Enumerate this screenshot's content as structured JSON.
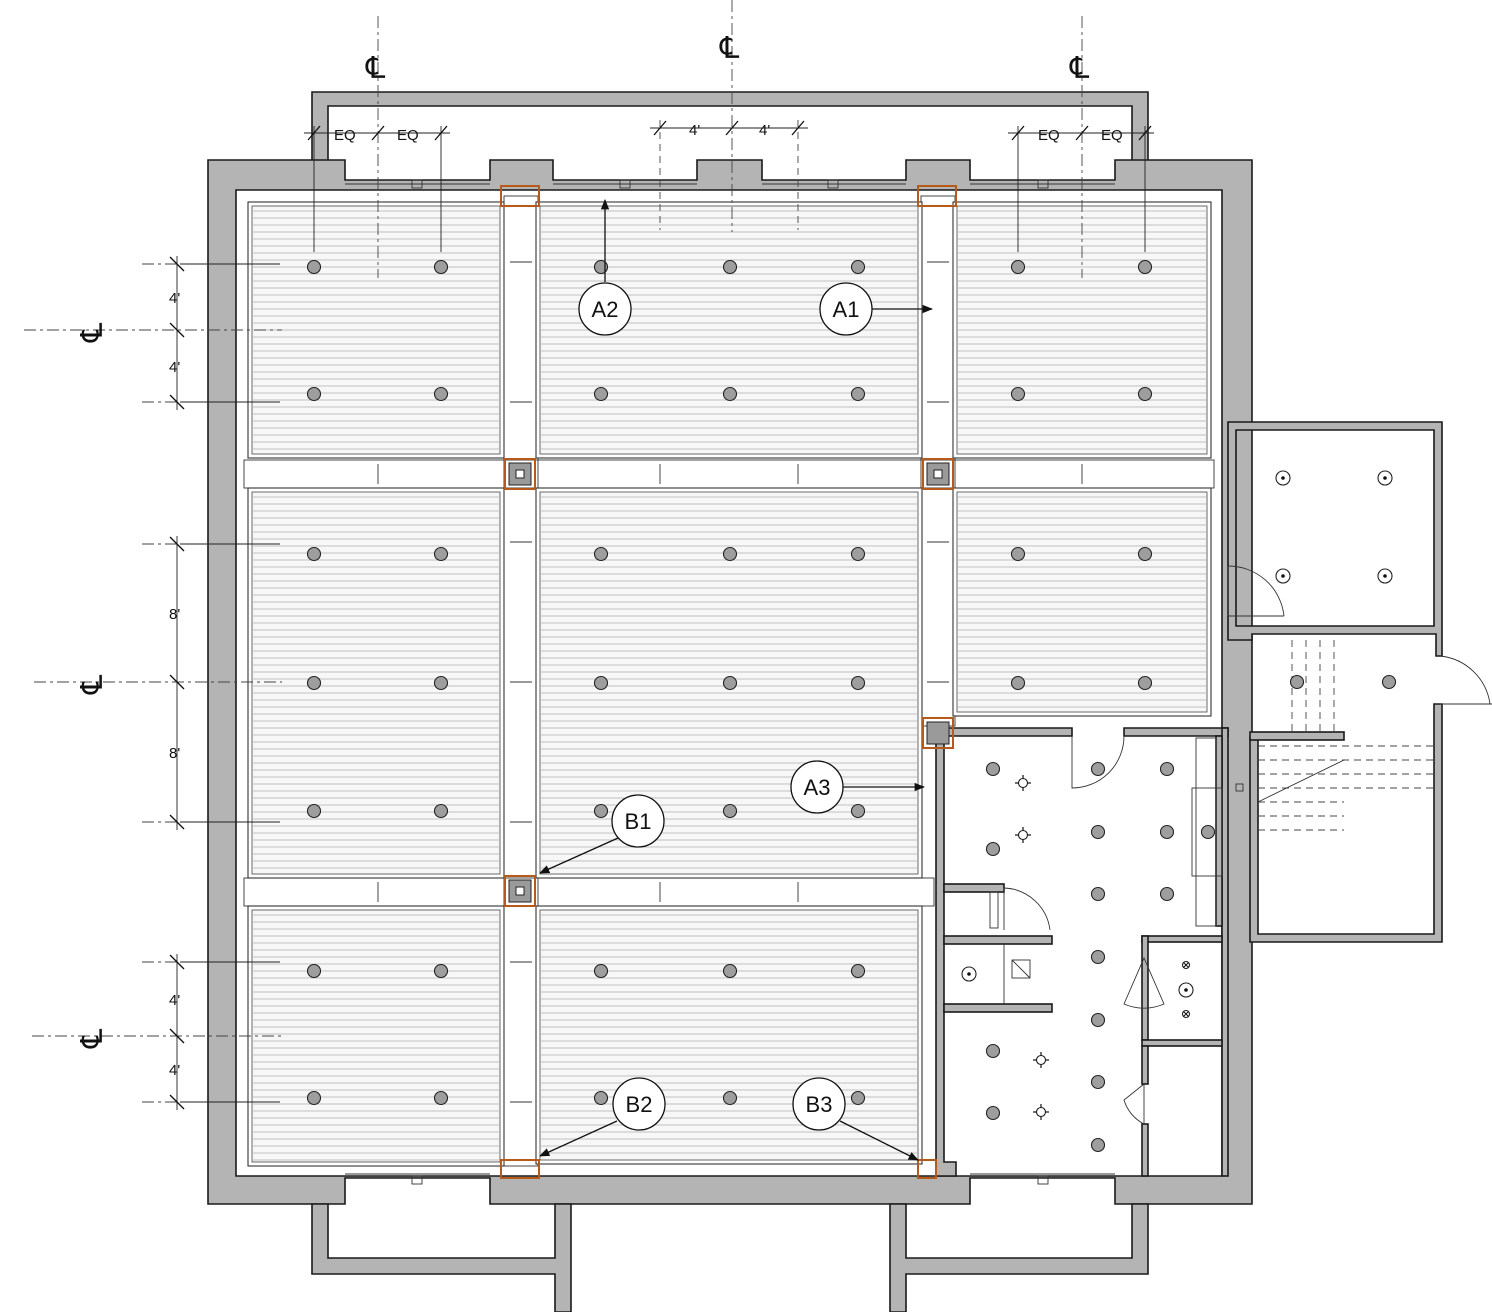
{
  "drawing": {
    "centerline_symbol": "℄",
    "centerlines_top_count": 3,
    "centerlines_left_count": 3
  },
  "dimensions": {
    "top": [
      "EQ",
      "EQ",
      "4'",
      "4'",
      "EQ",
      "EQ"
    ],
    "left": [
      "4'",
      "4'",
      "8'",
      "8'",
      "4'",
      "4'"
    ]
  },
  "tags": [
    "A1",
    "A2",
    "A3",
    "B1",
    "B2",
    "B3"
  ],
  "colors": {
    "wall_fill": "#b4b4b4",
    "column_highlight": "#b65a1c",
    "light_fill": "#9e9e9e"
  },
  "icons": [
    "downlight-icon",
    "recessed-light-icon",
    "sprinkler-icon",
    "smoke-detector-icon",
    "leader-arrow-icon"
  ]
}
